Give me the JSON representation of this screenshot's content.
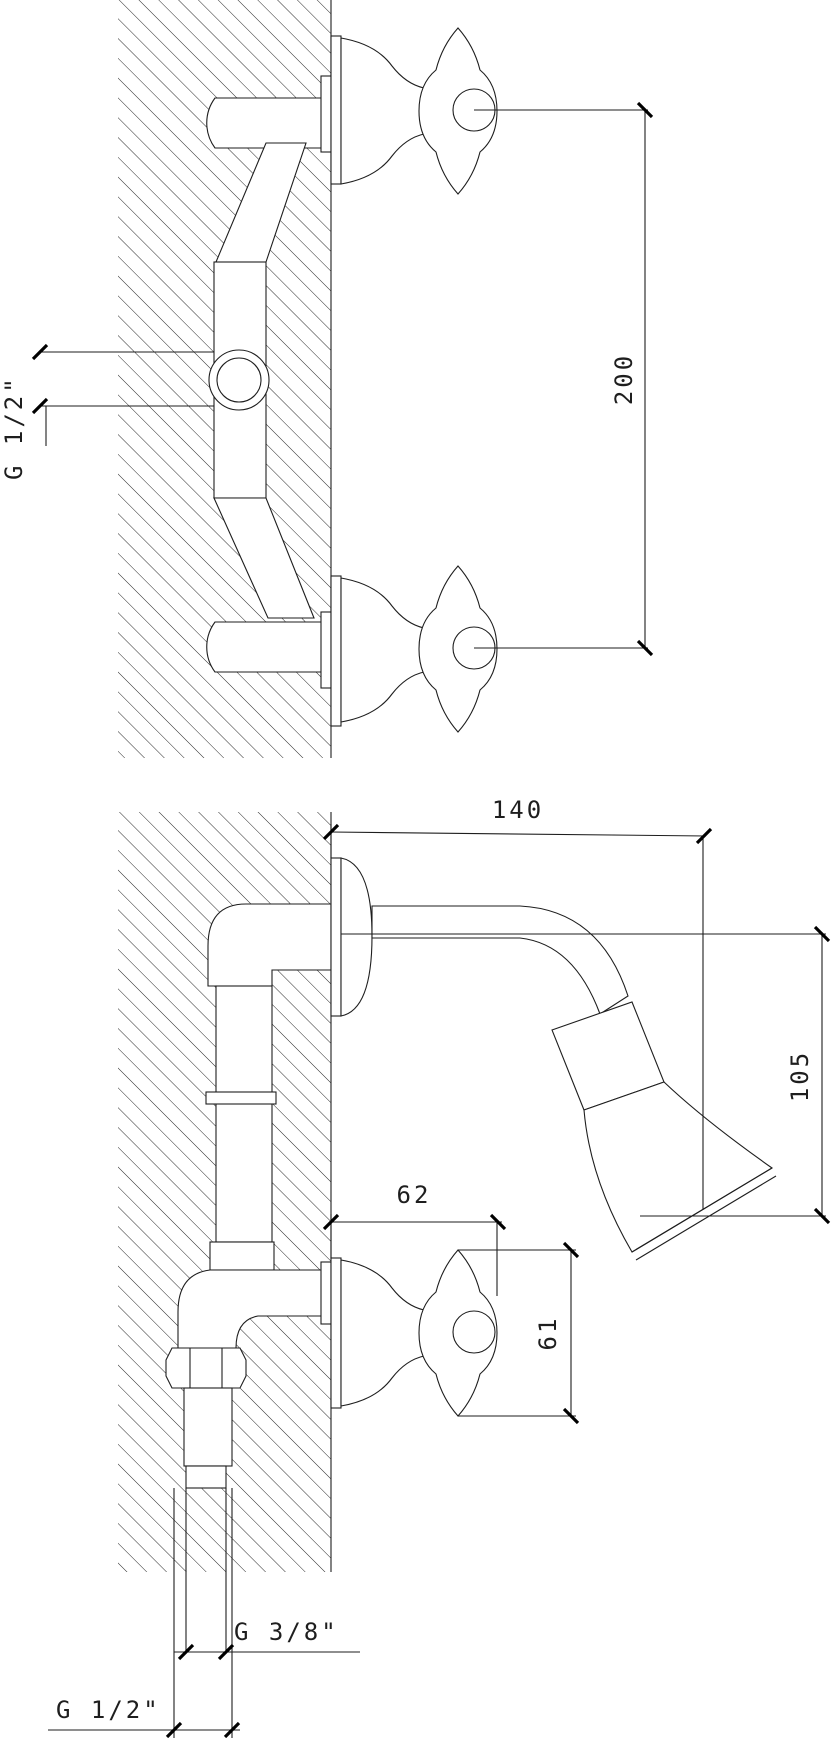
{
  "diagram": {
    "top_view": {
      "dimension_spacing": "200",
      "inlet_thread": "G 1/2\""
    },
    "side_view": {
      "dimension_reach": "140",
      "dimension_drop": "105",
      "dimension_handle_offset": "62",
      "dimension_handle_height": "61",
      "outlet_thread_inner": "G 3/8\"",
      "outlet_thread_outer": "G 1/2\""
    },
    "colors": {
      "line": "#1e1e1e",
      "background": "#ffffff"
    }
  }
}
